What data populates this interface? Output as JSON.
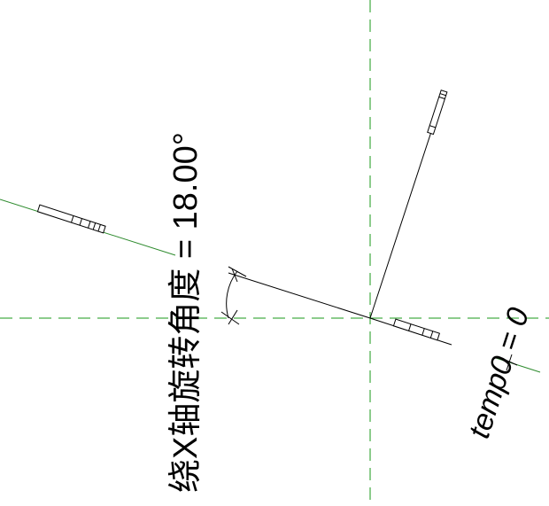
{
  "colors": {
    "background": "#ffffff",
    "reference_plane": "#1a9a1a",
    "model_line": "#000000",
    "axis_line": "#2e8b2e",
    "annotation": "#000000"
  },
  "annotations": {
    "angle_label": "绕X轴旋转角度 = 18.00°",
    "param_label": "temp0 = 0"
  },
  "icons": {
    "angle_arc": "angle-dimension-arc",
    "tick": "dimension-tick-mark",
    "family_symbol": "detail-component-glyph"
  }
}
